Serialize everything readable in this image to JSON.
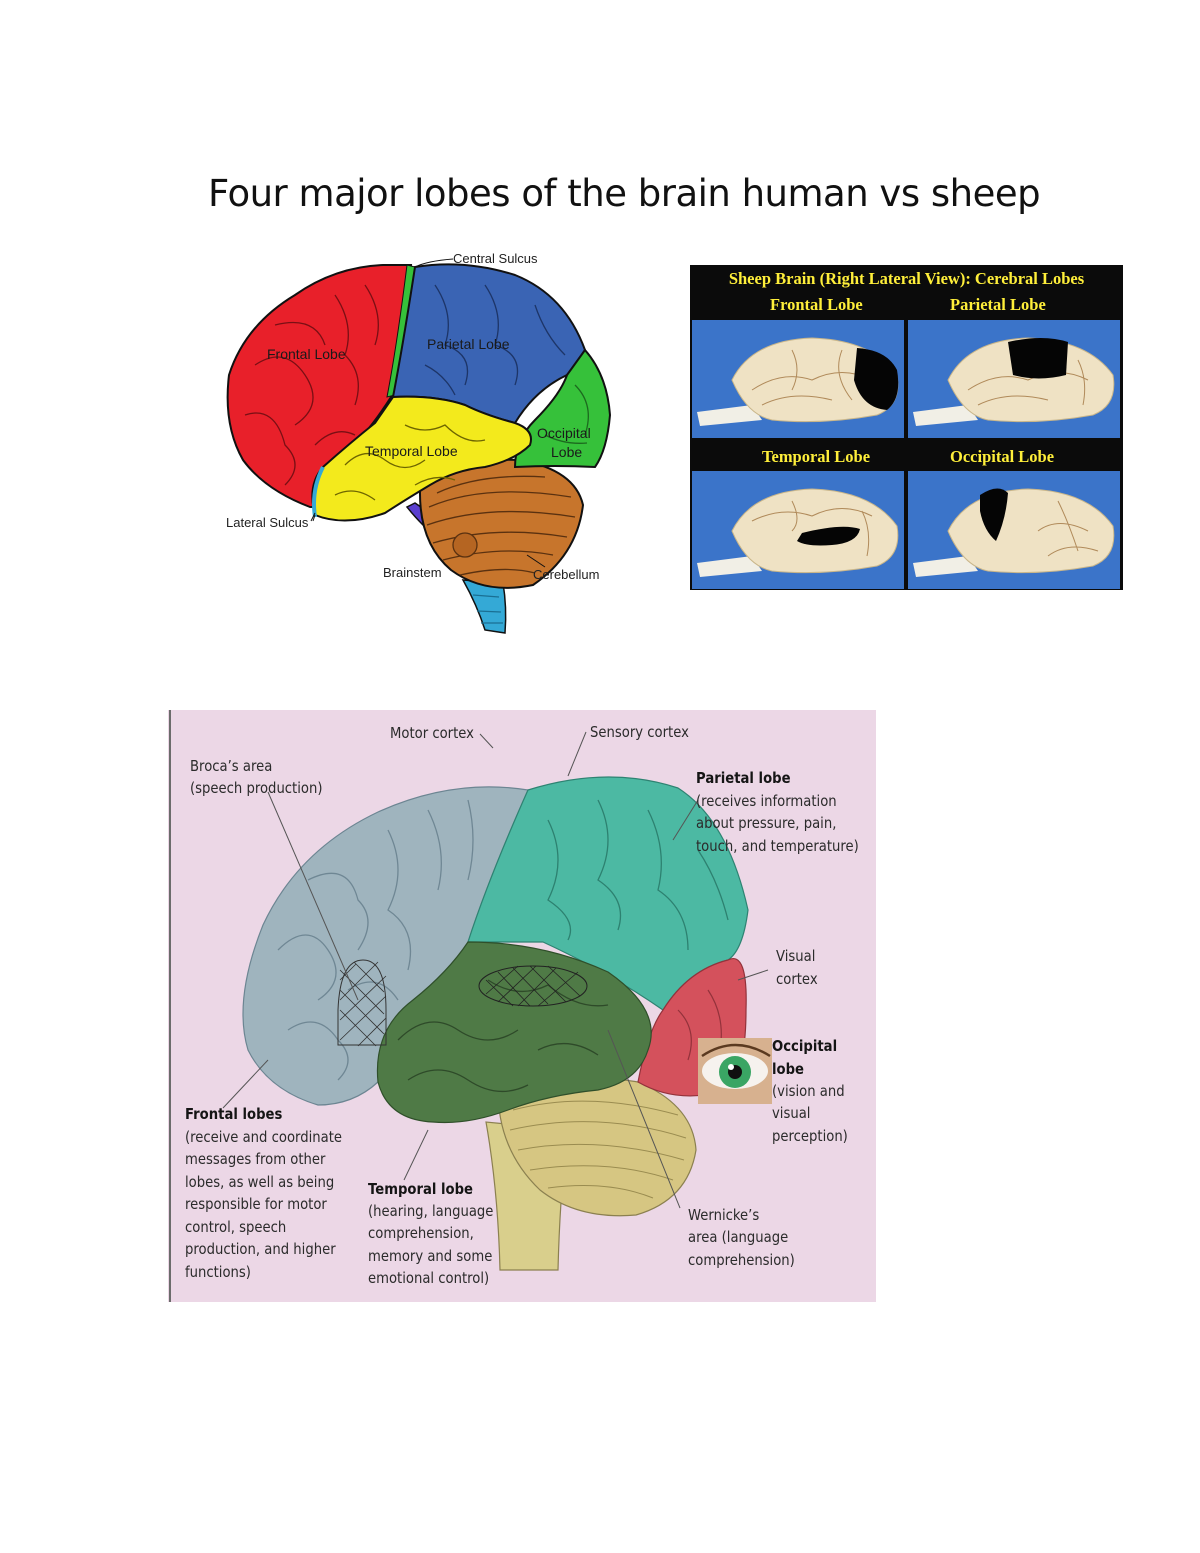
{
  "page": {
    "title": "Four major lobes of the brain human vs sheep"
  },
  "human_brain": {
    "callouts": {
      "central_sulcus": "Central Sulcus",
      "lateral_sulcus": "Lateral Sulcus",
      "brainstem": "Brainstem",
      "cerebellum": "Cerebellum"
    },
    "regions": {
      "frontal": "Frontal Lobe",
      "parietal": "Parietal Lobe",
      "temporal": "Temporal Lobe",
      "occipital_1": "Occipital",
      "occipital_2": "Lobe"
    },
    "colors": {
      "frontal": "#e8202a",
      "parietal": "#3a64b4",
      "temporal": "#f3ea1c",
      "occipital": "#36c13a",
      "cerebellum": "#c7752c",
      "brainstem": "#34a9d6",
      "pons": "#5a3fcf"
    }
  },
  "sheep_brain": {
    "heading": "Sheep Brain (Right Lateral View): Cerebral Lobes",
    "panels": {
      "frontal": "Frontal Lobe",
      "parietal": "Parietal Lobe",
      "temporal": "Temporal Lobe",
      "occipital": "Occipital Lobe"
    },
    "colors": {
      "background": "#0b0b0b",
      "heading": "#ffef3a",
      "panel": "#3b74c9",
      "highlight": "#050505"
    }
  },
  "lobe_functions": {
    "labels": {
      "motor_cortex": "Motor cortex",
      "sensory_cortex": "Sensory cortex",
      "broca_1": "Broca’s area",
      "broca_2": "(speech production)",
      "visual_1": "Visual",
      "visual_2": "cortex",
      "wernicke_1": "Wernicke’s",
      "wernicke_2": "area (language",
      "wernicke_3": "comprehension)"
    },
    "parietal": {
      "name": "Parietal lobe",
      "lines": [
        "(receives information",
        "about pressure, pain,",
        "touch, and temperature)"
      ]
    },
    "occipital": {
      "name_1": "Occipital",
      "name_2": "lobe",
      "lines": [
        "(vision and",
        "visual",
        "perception)"
      ]
    },
    "frontal": {
      "name": "Frontal lobes",
      "lines": [
        "(receive and coordinate",
        "messages from other",
        "lobes, as well as being",
        "responsible for motor",
        "control, speech",
        "production, and higher",
        "functions)"
      ]
    },
    "temporal": {
      "name": "Temporal lobe",
      "lines": [
        "(hearing, language",
        "comprehension,",
        "memory and some",
        "emotional control)"
      ]
    },
    "colors": {
      "background": "#ecd7e6",
      "frontal": "#9fb4be",
      "parietal": "#4cb9a3",
      "temporal": "#4f7a46",
      "occipital": "#d4515c",
      "cerebellum": "#d6c682",
      "brainstem": "#d9cf8c"
    }
  }
}
